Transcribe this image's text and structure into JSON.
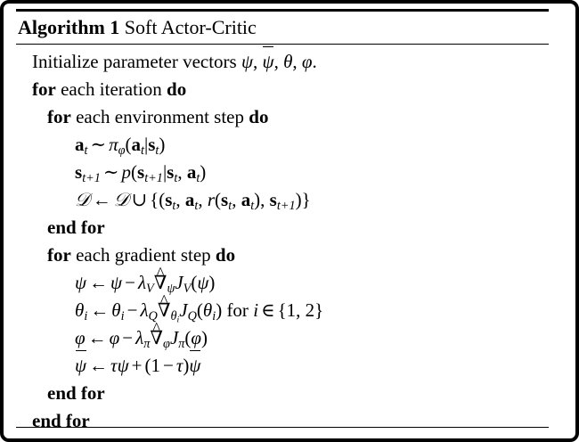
{
  "document": {
    "kind": "algorithm-pseudocode-block",
    "border_color": "#000000",
    "background_color": "#ffffff",
    "text_color": "#000000"
  },
  "header": {
    "label": "Algorithm 1",
    "title": "Soft Actor-Critic",
    "rule_top": "thick",
    "rule_below_title": "thin"
  },
  "lines": [
    {
      "id": "line-initialize",
      "indent": 0,
      "text": "Initialize parameter vectors ψ, ψ̄, θ, φ."
    },
    {
      "id": "line-for-iteration",
      "indent": 0,
      "text": "for each iteration do"
    },
    {
      "id": "line-for-env-step",
      "indent": 1,
      "text": "for each environment step do"
    },
    {
      "id": "line-sample-action",
      "indent": 2,
      "text": "a_t ~ π_φ(a_t|s_t)"
    },
    {
      "id": "line-sample-state",
      "indent": 2,
      "text": "s_{t+1} ~ p(s_{t+1}|s_t, a_t)"
    },
    {
      "id": "line-buffer-update",
      "indent": 2,
      "text": "D ← D ∪ {(s_t, a_t, r(s_t, a_t), s_{t+1})}"
    },
    {
      "id": "line-end-for-env",
      "indent": 1,
      "text": "end for"
    },
    {
      "id": "line-for-gradient-step",
      "indent": 1,
      "text": "for each gradient step do"
    },
    {
      "id": "line-update-psi",
      "indent": 2,
      "text": "ψ ← ψ − λ_V ∇̂_ψ J_V(ψ)"
    },
    {
      "id": "line-update-theta",
      "indent": 2,
      "text": "θ_i ← θ_i − λ_Q ∇̂_{θ_i} J_Q(θ_i) for i ∈ {1, 2}"
    },
    {
      "id": "line-update-phi",
      "indent": 2,
      "text": "φ ← φ − λ_π ∇̂_φ J_π(φ)"
    },
    {
      "id": "line-update-target",
      "indent": 2,
      "text": "ψ̄ ← τψ + (1 − τ)ψ̄"
    },
    {
      "id": "line-end-for-gradient",
      "indent": 1,
      "text": "end for"
    },
    {
      "id": "line-end-for-iteration",
      "indent": 0,
      "text": "end for"
    }
  ],
  "tokens": {
    "kw_for": "for",
    "kw_do": "do",
    "kw_end_for": "end for",
    "initialize_prefix": "Initialize parameter vectors",
    "initialize_suffix": ".",
    "each_iteration": "each iteration",
    "each_environment_step": "each environment step",
    "each_gradient_step": "each gradient step",
    "for_lower": "for",
    "comma": ",",
    "sym_psi": "ψ",
    "sym_theta": "θ",
    "sym_phi": "φ",
    "sym_tau": "τ",
    "sym_pi": "π",
    "sym_lambda": "λ",
    "sym_nabla": "∇",
    "sym_D": "𝒟",
    "sym_sim": "∼",
    "sym_arrow": "←",
    "sym_cup": "∪",
    "sym_in": "∈",
    "sym_minus": "−",
    "sym_plus": "+",
    "sym_mid": "|",
    "letter_a": "a",
    "letter_s": "s",
    "letter_r": "r",
    "letter_p": "p",
    "letter_J": "J",
    "letter_V": "V",
    "letter_Q": "Q",
    "letter_i": "i",
    "letter_t": "t",
    "sub_t": "t",
    "sub_t1": "t+1",
    "sub_i": "i",
    "num_1": "1",
    "num_2": "2",
    "set_1_2": "1, 2"
  }
}
